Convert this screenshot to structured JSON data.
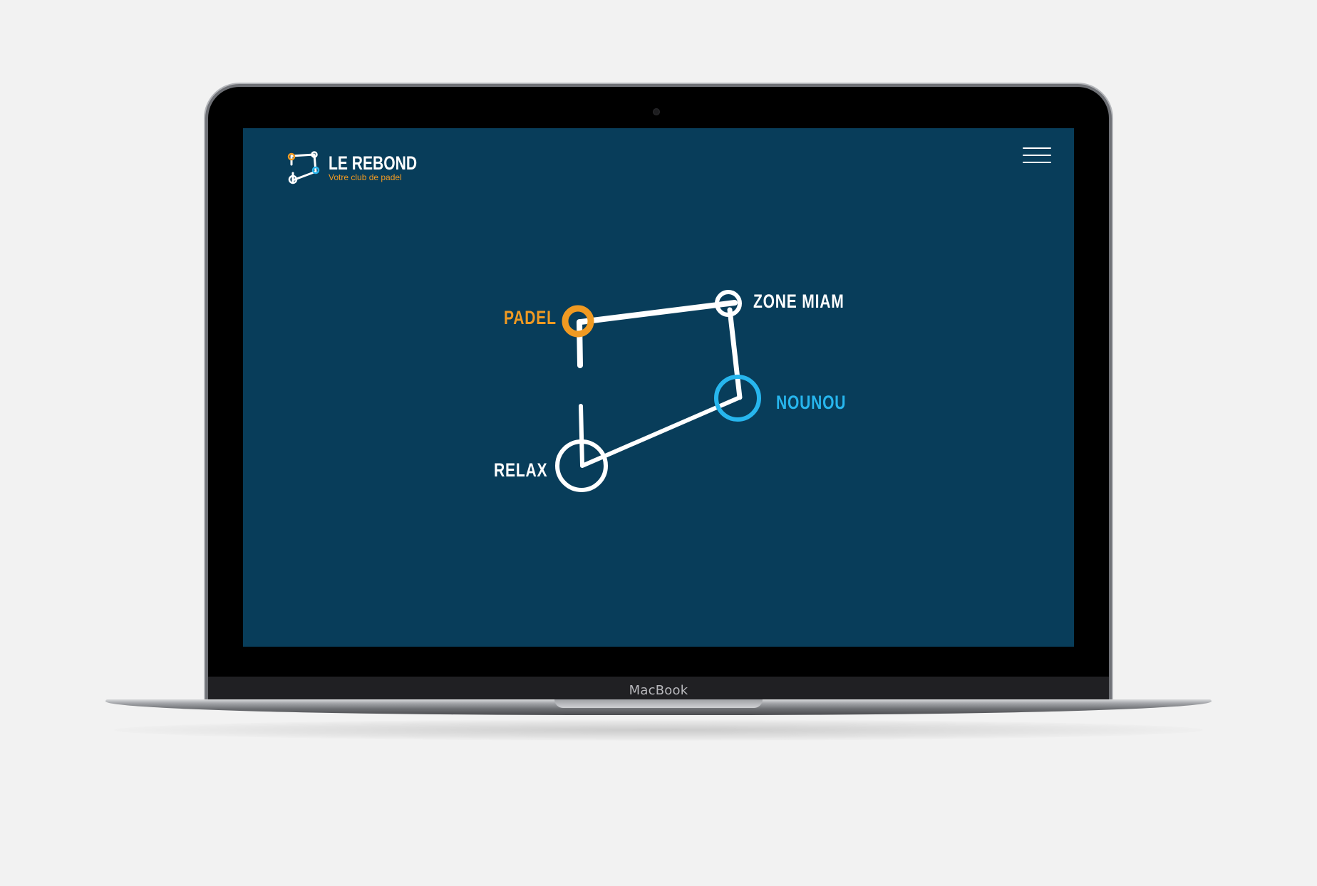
{
  "device": {
    "brand_label": "MacBook"
  },
  "site": {
    "logo": {
      "icon": "court-logo-icon",
      "title": "LE REBOND",
      "tagline": "Votre club de padel"
    },
    "menu": {
      "icon": "hamburger-menu-icon"
    },
    "diagram": {
      "nodes": [
        {
          "label": "PADEL",
          "color": "#f09a22"
        },
        {
          "label": "ZONE MIAM",
          "color": "#ffffff"
        },
        {
          "label": "NOUNOU",
          "color": "#27b6ee"
        },
        {
          "label": "RELAX",
          "color": "#ffffff"
        }
      ]
    }
  },
  "colors": {
    "page_background": "#f2f2f2",
    "screen_background": "#083d5a",
    "accent_orange": "#f09a22",
    "accent_blue": "#27b6ee"
  }
}
